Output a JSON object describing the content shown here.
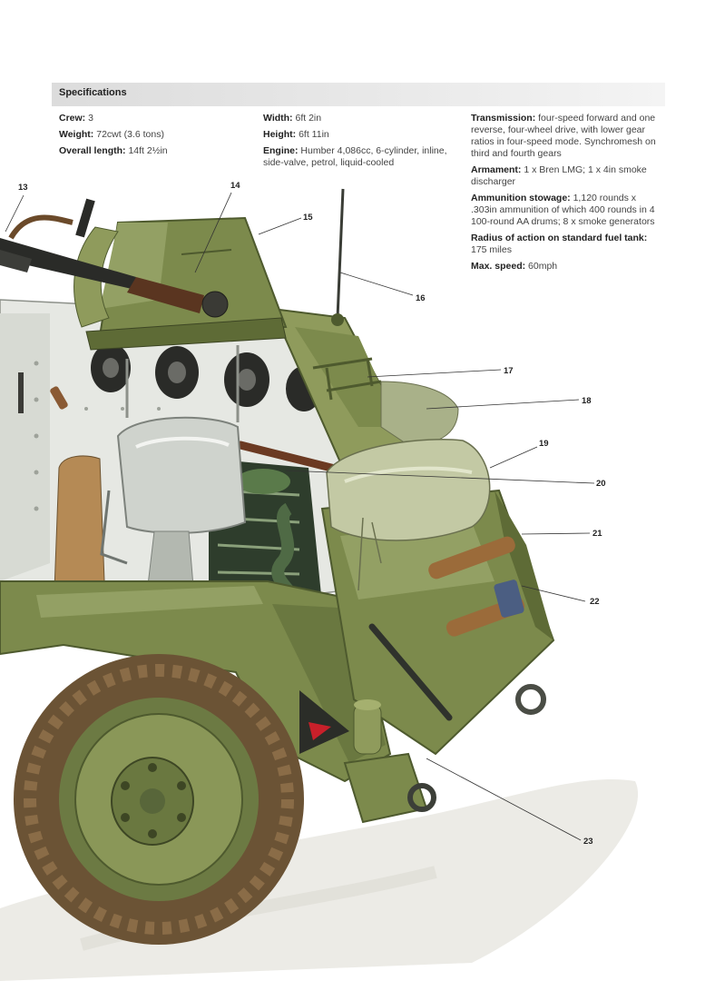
{
  "specifications": {
    "title": "Specifications",
    "col1": [
      {
        "label": "Crew:",
        "value": "3"
      },
      {
        "label": "Weight:",
        "value": "72cwt (3.6 tons)"
      },
      {
        "label": "Overall length:",
        "value": "14ft 2½in"
      }
    ],
    "col2": [
      {
        "label": "Width:",
        "value": "6ft 2in"
      },
      {
        "label": "Height:",
        "value": "6ft 11in"
      },
      {
        "label": "Engine:",
        "value": "Humber 4,086cc, 6-cylinder, inline, side-valve, petrol, liquid-cooled"
      }
    ],
    "col3": [
      {
        "label": "Transmission:",
        "value": "four-speed forward and one reverse, four-wheel drive, with lower gear ratios in four-speed mode. Synchromesh on third and fourth gears"
      },
      {
        "label": "Armament:",
        "value": "1 x Bren LMG; 1 x 4in smoke discharger"
      },
      {
        "label": "Ammunition stowage:",
        "value": "1,120 rounds x .303in ammunition of which 400 rounds in 4 100-round AA drums; 8 x smoke generators"
      },
      {
        "label": "Radius of action on standard fuel tank:",
        "value": "175 miles"
      },
      {
        "label": "Max. speed:",
        "value": "60mph"
      }
    ]
  },
  "callouts": [
    "13",
    "14",
    "15",
    "16",
    "17",
    "18",
    "19",
    "20",
    "21",
    "22",
    "23"
  ],
  "colors": {
    "armour_green": "#7c8a4c",
    "armour_dark": "#4e5a2e",
    "interior_white": "#e6e8e3",
    "tyre": "#6b5335",
    "stowage_canvas": "#b9c095",
    "wood": "#7a4a2a",
    "insignia_red": "#c8202a"
  }
}
